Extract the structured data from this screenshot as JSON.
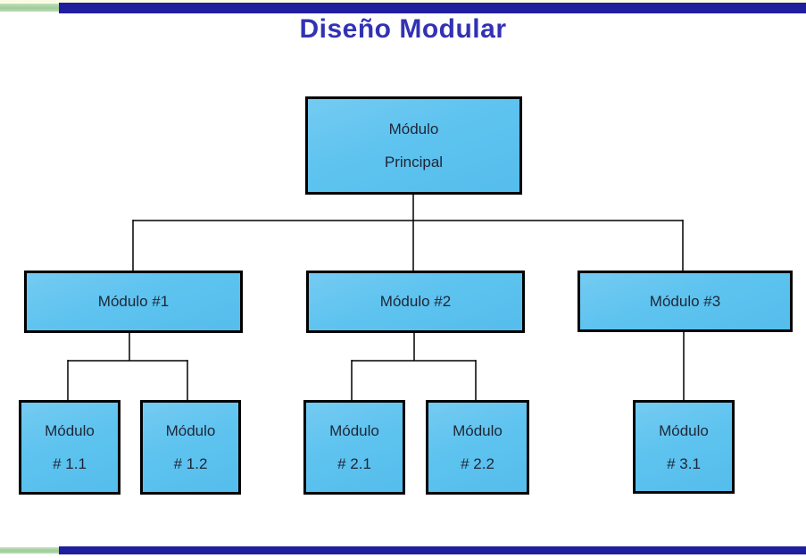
{
  "title": "Diseño Modular",
  "theme": {
    "header_bar_navy": "#1e1e9e",
    "header_bar_green": "#9ccd98",
    "header_bar_cream": "#fbfbe4",
    "title_color": "#3232b4",
    "node_fill": "#5ec3ef",
    "node_border": "#000000",
    "node_text_color": "#1f2636",
    "connector_color": "#000000"
  },
  "diagram": {
    "nodes": {
      "principal": {
        "line1": "Módulo",
        "line2": "Principal"
      },
      "m1": {
        "line1": "Módulo #1"
      },
      "m2": {
        "line1": "Módulo #2"
      },
      "m3": {
        "line1": "Módulo #3"
      },
      "m11": {
        "line1": "Módulo",
        "line2": "# 1.1"
      },
      "m12": {
        "line1": "Módulo",
        "line2": "# 1.2"
      },
      "m21": {
        "line1": "Módulo",
        "line2": "# 2.1"
      },
      "m22": {
        "line1": "Módulo",
        "line2": "# 2.2"
      },
      "m31": {
        "line1": "Módulo",
        "line2": "# 3.1"
      }
    }
  }
}
